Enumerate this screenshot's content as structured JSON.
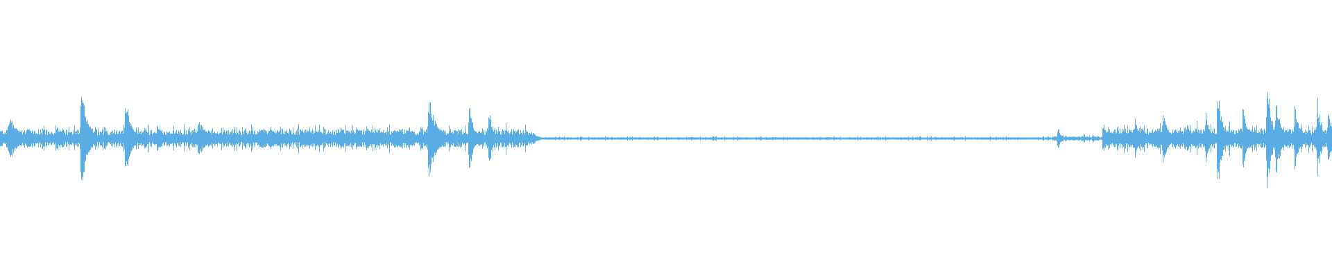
{
  "waveform": {
    "color": "#5aace4",
    "background": "#ffffff",
    "baseline_amplitude": 0.008,
    "segments": [
      {
        "from": 0.0,
        "to": 0.4,
        "base": 0.07,
        "jitter": 0.05
      },
      {
        "from": 0.4,
        "to": 0.79,
        "base": 0.01,
        "jitter": 0.01
      },
      {
        "from": 0.79,
        "to": 0.83,
        "base": 0.02,
        "jitter": 0.015
      },
      {
        "from": 0.83,
        "to": 1.0,
        "base": 0.08,
        "jitter": 0.06
      }
    ],
    "peaks": [
      {
        "t": 0.007,
        "amp": 0.2,
        "width": 0.006
      },
      {
        "t": 0.02,
        "amp": 0.1,
        "width": 0.005
      },
      {
        "t": 0.042,
        "amp": 0.12,
        "width": 0.004
      },
      {
        "t": 0.061,
        "amp": 0.38,
        "width": 0.005
      },
      {
        "t": 0.094,
        "amp": 0.34,
        "width": 0.004
      },
      {
        "t": 0.118,
        "amp": 0.12,
        "width": 0.004
      },
      {
        "t": 0.149,
        "amp": 0.15,
        "width": 0.006
      },
      {
        "t": 0.195,
        "amp": 0.09,
        "width": 0.005
      },
      {
        "t": 0.256,
        "amp": 0.12,
        "width": 0.004
      },
      {
        "t": 0.275,
        "amp": 0.1,
        "width": 0.005
      },
      {
        "t": 0.3,
        "amp": 0.08,
        "width": 0.004
      },
      {
        "t": 0.322,
        "amp": 0.33,
        "width": 0.006
      },
      {
        "t": 0.352,
        "amp": 0.32,
        "width": 0.003
      },
      {
        "t": 0.367,
        "amp": 0.25,
        "width": 0.003
      },
      {
        "t": 0.4,
        "amp": 0.05,
        "width": 0.004
      },
      {
        "t": 0.794,
        "amp": 0.12,
        "width": 0.002
      },
      {
        "t": 0.828,
        "amp": 0.13,
        "width": 0.003
      },
      {
        "t": 0.852,
        "amp": 0.18,
        "width": 0.003
      },
      {
        "t": 0.873,
        "amp": 0.2,
        "width": 0.004
      },
      {
        "t": 0.889,
        "amp": 0.12,
        "width": 0.003
      },
      {
        "t": 0.905,
        "amp": 0.22,
        "width": 0.003
      },
      {
        "t": 0.914,
        "amp": 0.45,
        "width": 0.003
      },
      {
        "t": 0.933,
        "amp": 0.3,
        "width": 0.003
      },
      {
        "t": 0.951,
        "amp": 0.52,
        "width": 0.003
      },
      {
        "t": 0.958,
        "amp": 0.3,
        "width": 0.004
      },
      {
        "t": 0.972,
        "amp": 0.26,
        "width": 0.004
      },
      {
        "t": 0.989,
        "amp": 0.33,
        "width": 0.003
      },
      {
        "t": 0.997,
        "amp": 0.2,
        "width": 0.004
      }
    ]
  }
}
